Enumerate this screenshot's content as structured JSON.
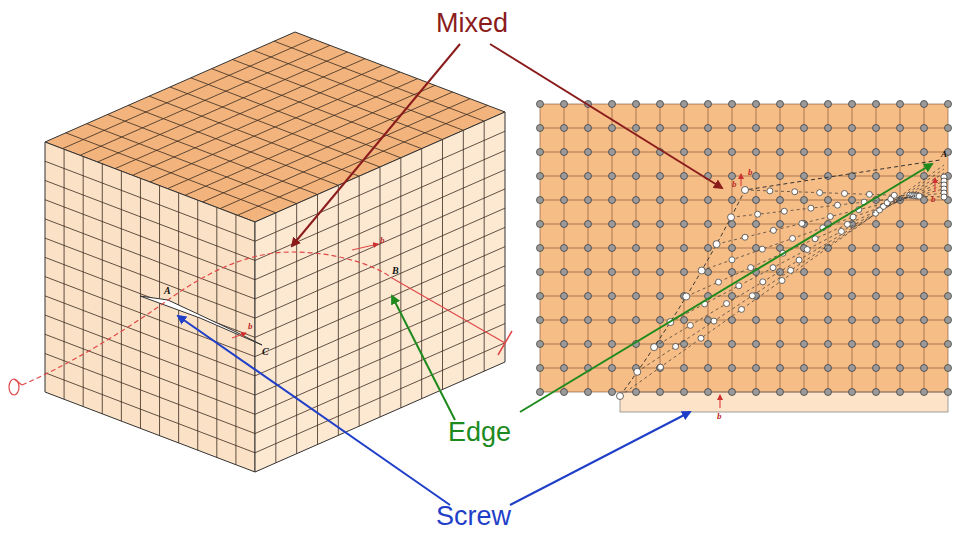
{
  "diagram": {
    "labels": [
      "Mixed",
      "Edge",
      "Screw",
      "A",
      "B",
      "C",
      "b",
      "b",
      "b",
      "b",
      "b",
      "b",
      "A"
    ]
  }
}
